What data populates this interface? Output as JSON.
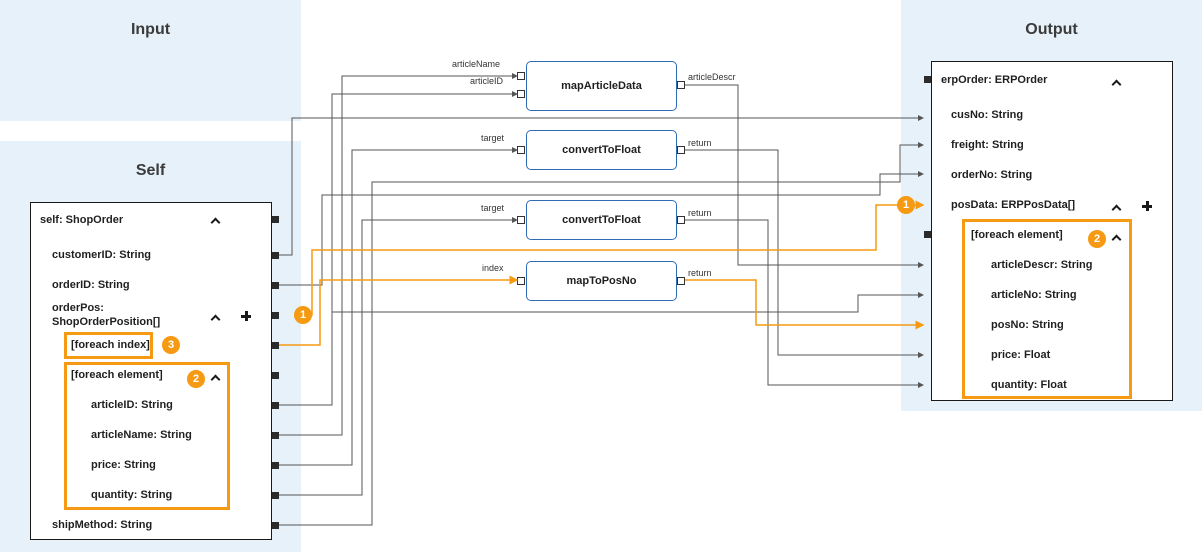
{
  "panels": {
    "input_title": "Input",
    "self_title": "Self",
    "output_title": "Output"
  },
  "self_box": {
    "root": "self: ShopOrder",
    "customerID": "customerID: String",
    "orderID": "orderID: String",
    "orderPos_line1": "orderPos:",
    "orderPos_line2": "ShopOrderPosition[]",
    "foreach_index": "[foreach index]",
    "foreach_element": "[foreach element]",
    "articleID": "articleID: String",
    "articleName": "articleName: String",
    "price": "price: String",
    "quantity": "quantity: String",
    "shipMethod": "shipMethod: String"
  },
  "functions": {
    "mapArticleData": {
      "name": "mapArticleData",
      "in1": "articleName",
      "in2": "articleID",
      "out": "articleDescr"
    },
    "convertToFloat1": {
      "name": "convertToFloat",
      "in": "target",
      "out": "return"
    },
    "convertToFloat2": {
      "name": "convertToFloat",
      "in": "target",
      "out": "return"
    },
    "mapToPosNo": {
      "name": "mapToPosNo",
      "in": "index",
      "out": "return"
    }
  },
  "output_box": {
    "root": "erpOrder: ERPOrder",
    "cusNo": "cusNo: String",
    "freight": "freight: String",
    "orderNo": "orderNo: String",
    "posData": "posData: ERPPosData[]",
    "foreach_element": "[foreach element]",
    "articleDescr": "articleDescr: String",
    "articleNo": "articleNo: String",
    "posNo": "posNo: String",
    "price": "price: Float",
    "quantity": "quantity: Float"
  },
  "badges": {
    "b1": "1",
    "b2": "2",
    "b3": "3"
  },
  "colors": {
    "highlight": "#f59a12",
    "function_border": "#2d6cb5",
    "panel": "#e6f1f9",
    "wire": "#555555"
  }
}
